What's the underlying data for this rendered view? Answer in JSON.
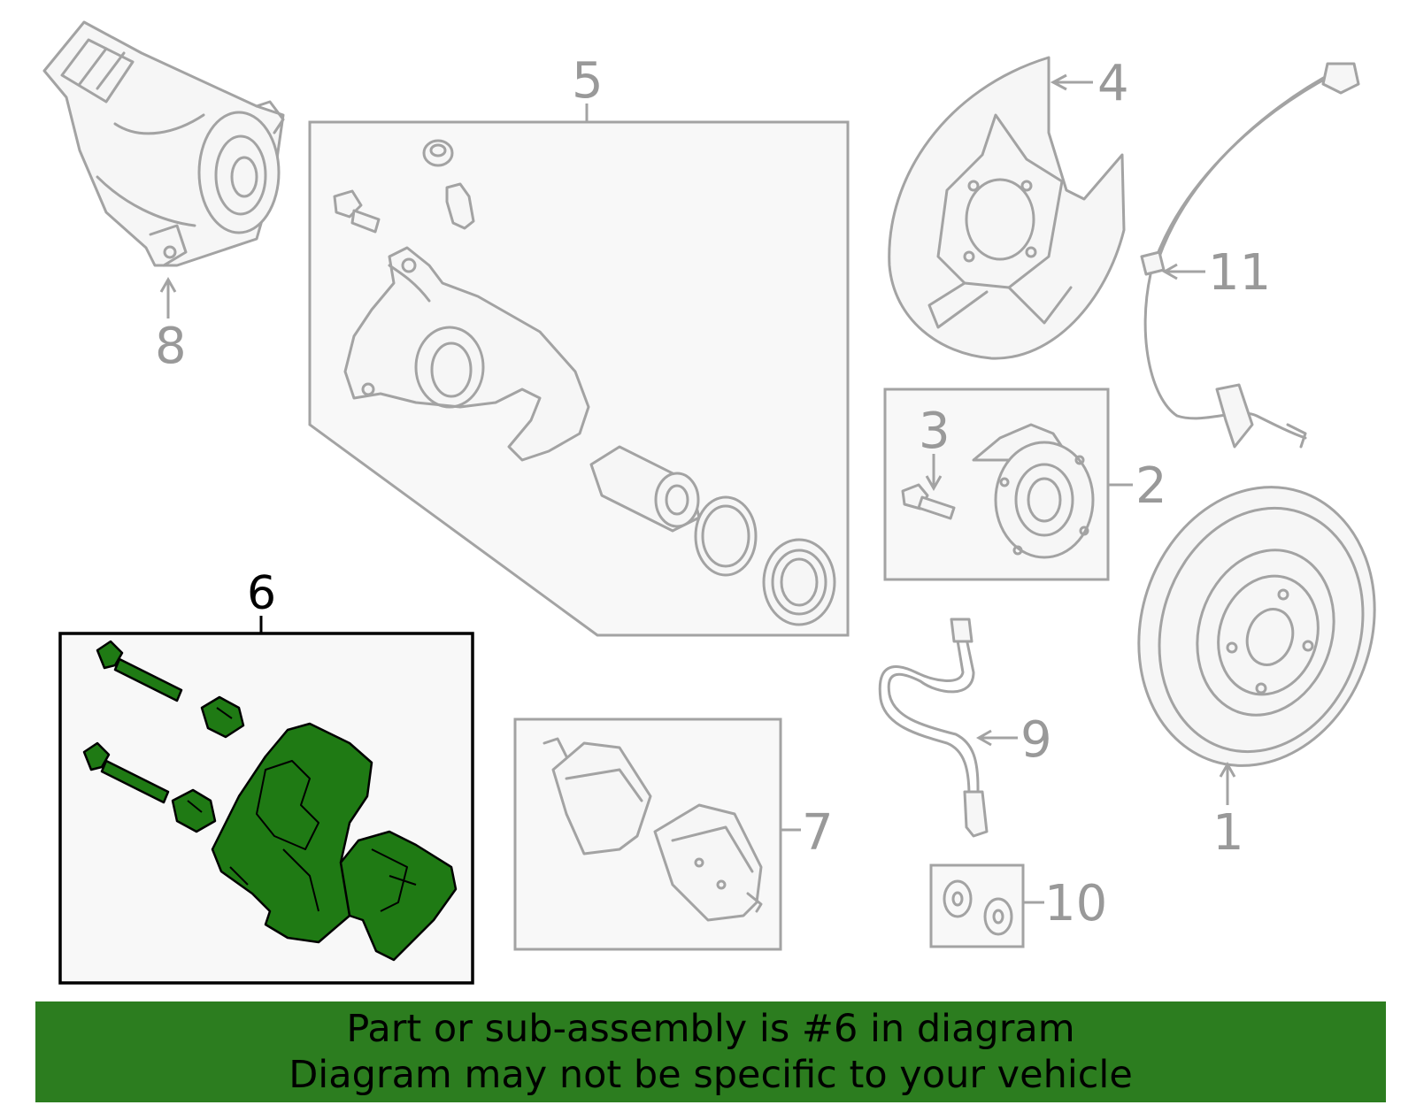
{
  "callouts": {
    "c1": "1",
    "c2": "2",
    "c3": "3",
    "c4": "4",
    "c5": "5",
    "c6": "6",
    "c7": "7",
    "c8": "8",
    "c9": "9",
    "c10": "10",
    "c11": "11"
  },
  "highlighted_part": "6",
  "colors": {
    "highlight_fill": "#1f7a14",
    "banner_background": "#2c7d1f",
    "part_line": "#a3a3a3"
  },
  "banner": {
    "line1": "Part or sub-assembly is #6 in diagram",
    "line2": "Diagram may not be specific to your vehicle"
  }
}
